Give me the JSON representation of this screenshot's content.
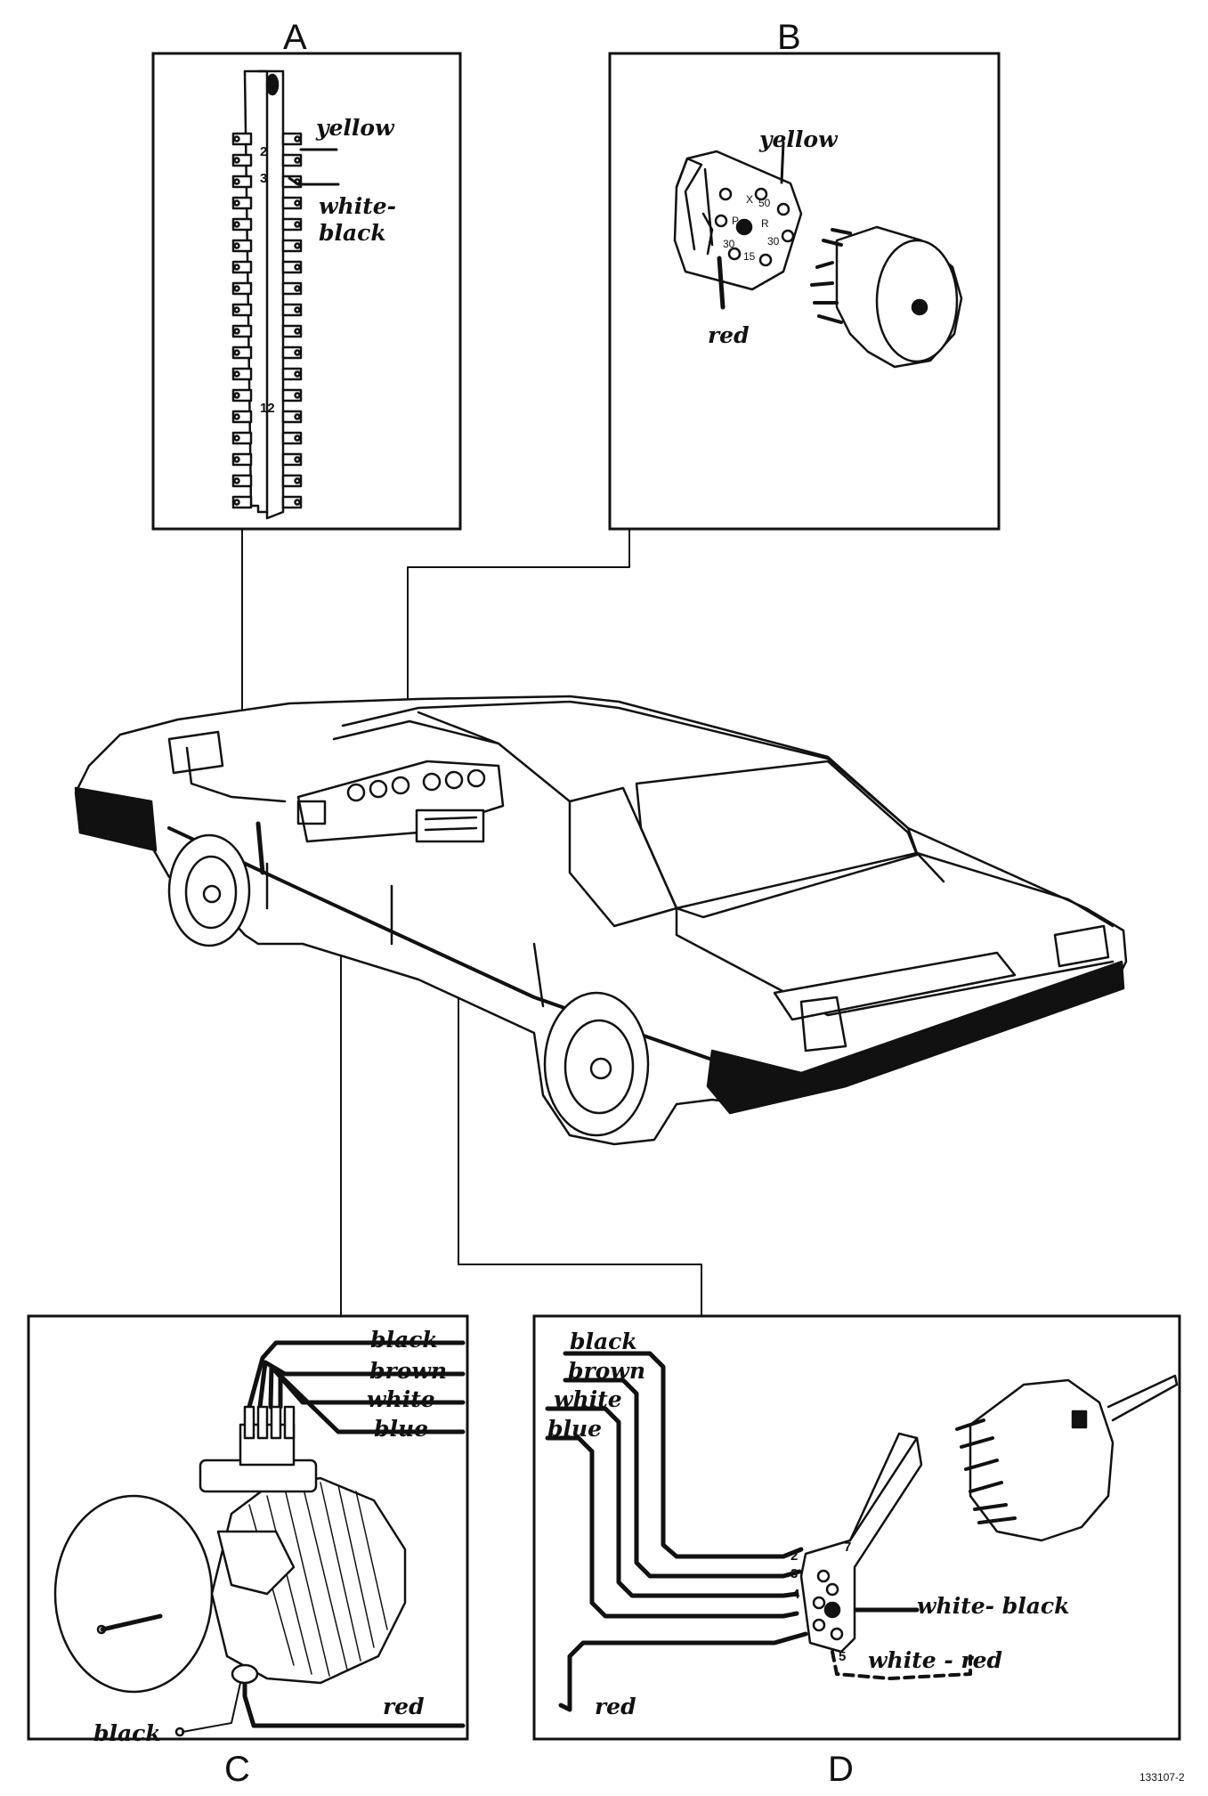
{
  "panels": {
    "a": {
      "letter": "A",
      "labels": [
        "yellow",
        "white-",
        "black"
      ],
      "pins": [
        "2",
        "3",
        "12"
      ]
    },
    "b": {
      "letter": "B",
      "labels": [
        "yellow",
        "red"
      ],
      "switch_marks": [
        "X",
        "50",
        "P",
        "R",
        "30",
        "30",
        "15"
      ]
    },
    "c": {
      "letter": "C",
      "labels": [
        "black",
        "brown",
        "white",
        "blue",
        "red",
        "black"
      ]
    },
    "d": {
      "letter": "D",
      "labels": [
        "black",
        "brown",
        "white",
        "blue",
        "white- black",
        "white - red",
        "red"
      ],
      "pins": [
        "7",
        "2",
        "3",
        "4",
        "5"
      ]
    }
  },
  "figure_code": "133107-2"
}
